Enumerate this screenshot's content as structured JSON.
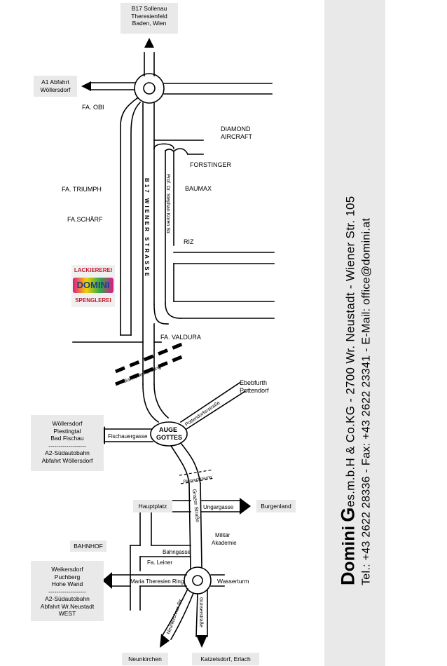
{
  "boxes": {
    "north": [
      "B17 Sollenau",
      "Theresienfeld",
      "Baden, Wien"
    ],
    "a1": [
      "A1 Abfahrt",
      "Wöllersdorf"
    ],
    "west1": [
      "Wöllersdorf",
      "Piestingtal",
      "Bad Fischau",
      "-------------------",
      "A2-Südautobahn",
      "Abfahrt Wöllersdorf"
    ],
    "west2": [
      "Weikersdorf",
      "Puchberg",
      "Hohe Wand",
      "-------------------",
      "A2-Südautobahn",
      "Abfahrt Wr.Neustadt",
      "WEST"
    ],
    "hauptplatz": "Hauptplatz",
    "burgenland": "Burgenland",
    "bahnhof": "BAHNHOF",
    "neunkirchen": "Neunkirchen",
    "katzelsdorf": "Katzelsdorf, Erlach"
  },
  "labels": {
    "fa_obi": "FA. OBI",
    "diamond1": "DIAMOND",
    "diamond2": "AIRCRAFT",
    "forstinger": "FORSTINGER",
    "baumax": "BAUMAX",
    "triumph": "FA. TRIUMPH",
    "schaerf": "FA.SCHÄRF",
    "riz": "RIZ",
    "valdura": "FA. VALDURA",
    "ebenfurth1": "Ebebfurth",
    "ebenfurth2": "Pottendorf",
    "auge1": "AUGE",
    "auge2": "GOTTES",
    "fischauer": "Fischauergasse",
    "pottendorfer": "Pottendorferstraße",
    "bahnunter": "Bahnunterführung",
    "b17": "B17 WIENER STRASSE",
    "koren": "Prof. Dr. Stephan Koren Str.",
    "plan": "Planverzinsung",
    "grazer": "Grazer Straße",
    "ungar": "Ungargasse",
    "militaer1": "Militär",
    "militaer2": "Akademie",
    "bahngasse": "Bahngasse",
    "leiner": "Fa. Leiner",
    "maria": "Maria Theresien Ring",
    "wasserturm": "Wasserturm",
    "neunk_str": "Neunkirchner Str.",
    "guens": "Günserstraße"
  },
  "logo": {
    "top": "LACKIEREREI",
    "mid": "DOMINI",
    "bottom": "SPENGLEREI"
  },
  "company": {
    "big_d": "D",
    "omini": "omini",
    "big_g": "G",
    "rest1": "es.m.b.H & Co.KG - 2700 Wr. Neustadt - Wiener Str. 105",
    "line2": "Tel.: +43 2622 28336 - Fax: +43 2622 23341 - E-Mail: office@domini.at"
  }
}
